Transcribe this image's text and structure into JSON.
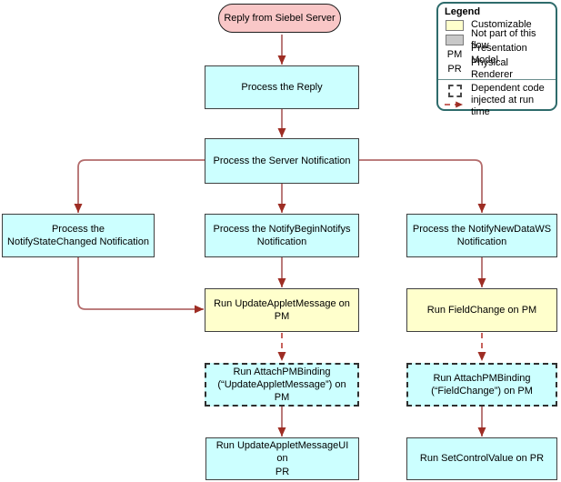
{
  "diagram": {
    "nodes": {
      "start": {
        "label": "Reply from Siebel Server"
      },
      "process_reply": {
        "label": "Process the Reply"
      },
      "process_server_notification": {
        "label": "Process the Server Notification"
      },
      "process_notify_state_changed": {
        "label": "Process the\nNotifyStateChanged Notification"
      },
      "process_notify_begin_notifys": {
        "label": "Process the NotifyBeginNotifys\nNotification"
      },
      "process_notify_new_data_ws": {
        "label": "Process the NotifyNewDataWS\nNotification"
      },
      "run_update_applet_message": {
        "label": "Run UpdateAppletMessage on\nPM"
      },
      "run_field_change": {
        "label": "Run FieldChange on PM"
      },
      "run_attach_pm_binding_update_applet_message": {
        "label": "Run AttachPMBinding\n(“UpdateAppletMessage”) on PM"
      },
      "run_attach_pm_binding_field_change": {
        "label": "Run AttachPMBinding\n(“FieldChange”) on PM"
      },
      "run_update_applet_message_ui": {
        "label": "Run UpdateAppletMessageUI on\nPR"
      },
      "run_set_control_value": {
        "label": "Run SetControlValue on PR"
      }
    },
    "legend": {
      "title": "Legend",
      "customizable_label": "Customizable",
      "not_in_flow_label": "Not part of this flow",
      "pm_abbr": "PM",
      "pm_label": "Presentation Model",
      "pr_abbr": "PR",
      "pr_label": "Physical Renderer",
      "dependent_label": "Dependent code\ninjected at run time"
    },
    "colors": {
      "process_fill": "#ccffff",
      "customizable_fill": "#ffffcc",
      "terminator_fill": "#f9c7c7",
      "not_in_flow_fill": "#c8c8c8",
      "node_border": "#3f3f3f",
      "arrow_line": "#b36b6b",
      "arrow_head": "#9e2d24",
      "dashed_arrow": "#c1524b",
      "legend_border": "#2e6b6b"
    }
  }
}
